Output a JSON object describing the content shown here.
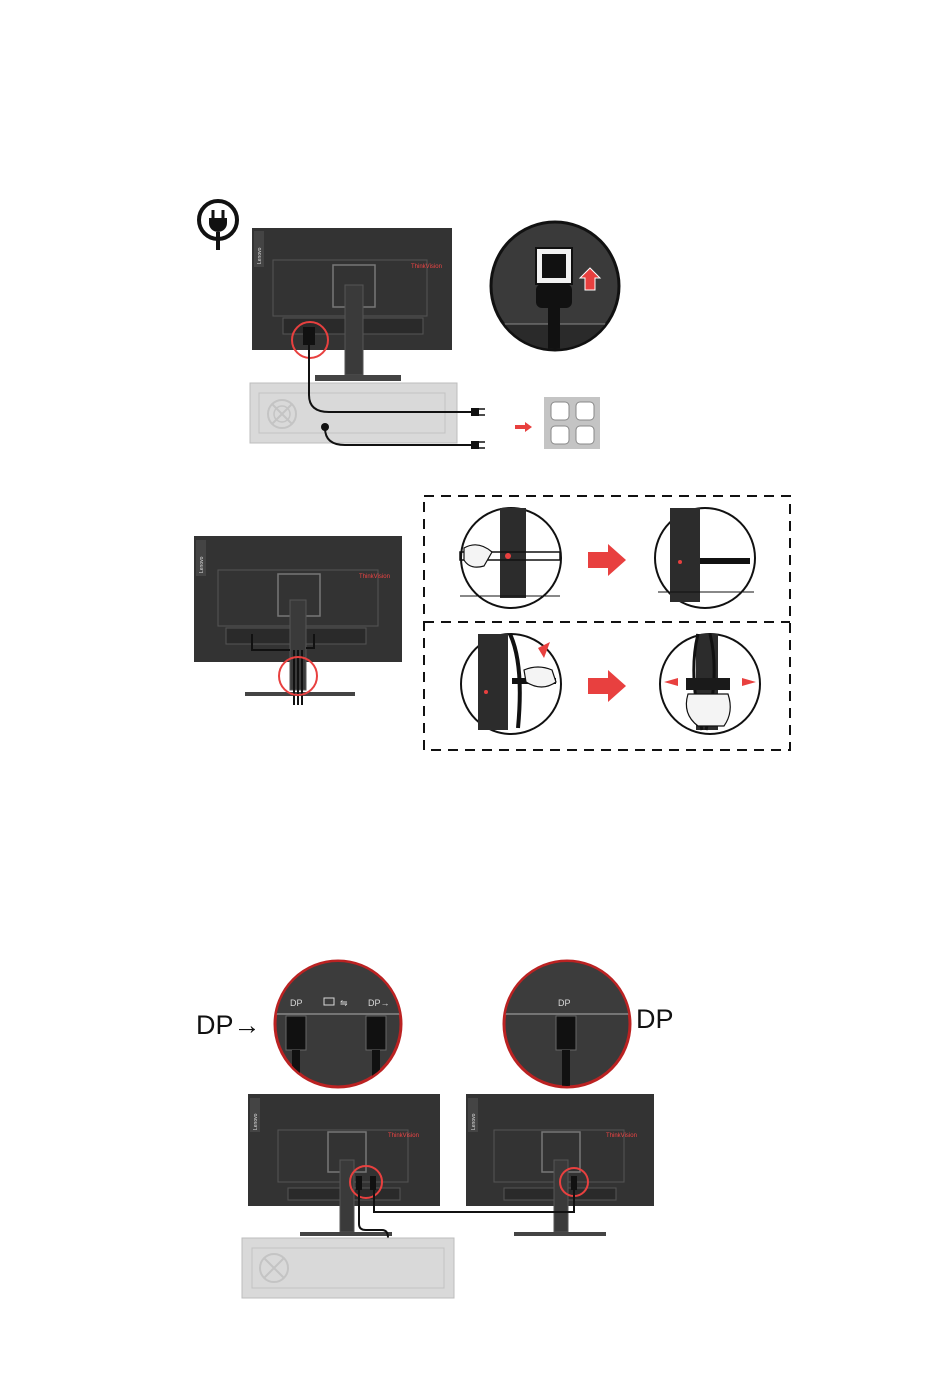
{
  "labels": {
    "brand_small": "ThinkVision",
    "lenovo": "Lenovo",
    "dp_input": "DP",
    "dp_output": "DP",
    "port_dp_in": "DP",
    "port_dp_out": "DP→",
    "port_right_dp": "DP",
    "dp_arrow": "→"
  },
  "colors": {
    "monitor": "#333333",
    "highlight_red": "#e8403f",
    "pc_case": "#d4d4d4",
    "outlet": "#c4c4c4"
  },
  "icons": [
    "power-plug-icon",
    "outlet-icon",
    "arrow-right-icon",
    "arrow-up-icon"
  ]
}
